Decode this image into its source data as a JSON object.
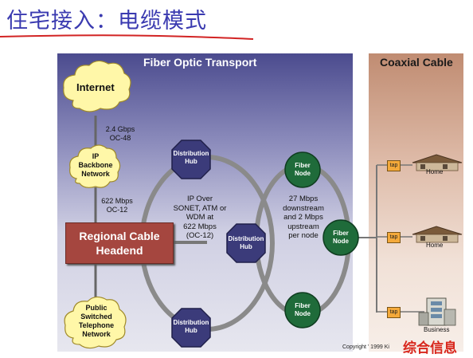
{
  "slide": {
    "title": "住宅接入：电缆模式"
  },
  "fiber_panel": {
    "title": "Fiber Optic Transport"
  },
  "coax_panel": {
    "title": "Coaxial Cable"
  },
  "nodes": {
    "internet": "Internet",
    "ip_backbone": [
      "IP",
      "Backbone",
      "Network"
    ],
    "pstn": [
      "Public",
      "Switched",
      "Telephone",
      "Network"
    ],
    "headend": [
      "Regional Cable",
      "Headend"
    ],
    "distribution_hub": [
      "Distribution",
      "Hub"
    ],
    "fiber_node": [
      "Fiber",
      "Node"
    ]
  },
  "links": {
    "internet_backbone": [
      "2.4 Gbps",
      "OC-48"
    ],
    "backbone_headend": [
      "622 Mbps",
      "OC-12"
    ],
    "ring_info": [
      "IP Over",
      "SONET, ATM or",
      "WDM at",
      "",
      "622 Mbps",
      "(OC-12)"
    ],
    "node_info": [
      "27 Mbps",
      "downstream",
      "and 2 Mbps",
      "upstream",
      "per node"
    ]
  },
  "taps": [
    "tap",
    "tap",
    "tap"
  ],
  "premises": [
    "Home",
    "Home",
    "Business"
  ],
  "copyright": "Copyright ' 1999 Ki",
  "watermark": "综合信息"
}
